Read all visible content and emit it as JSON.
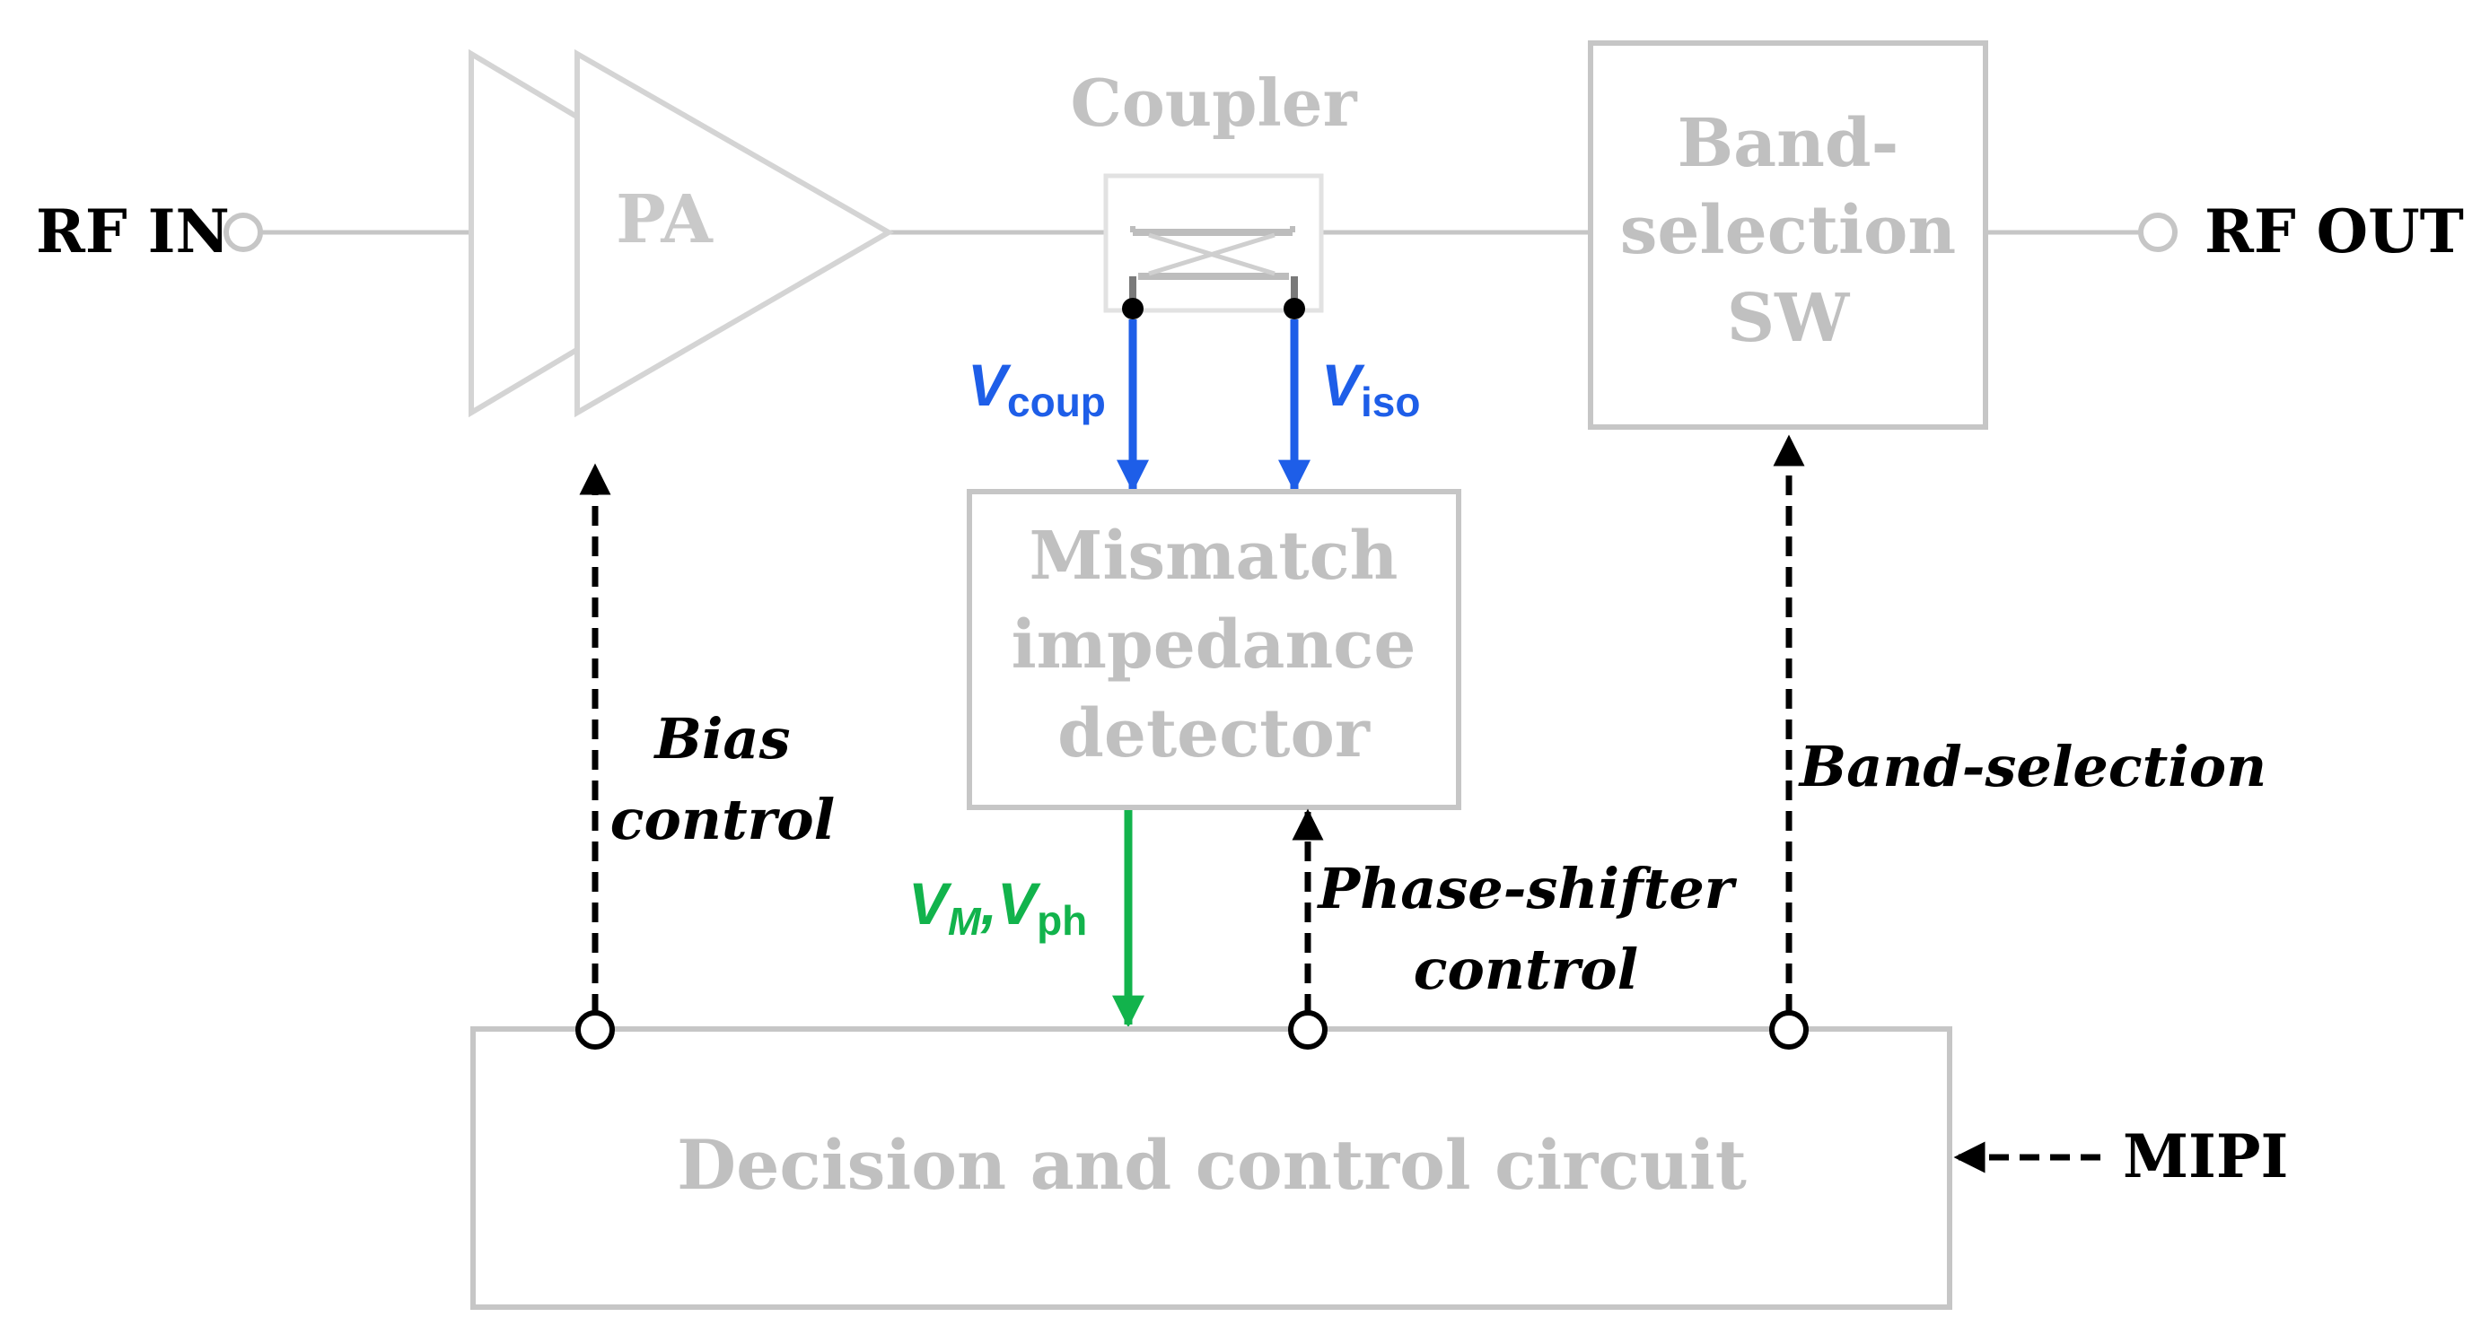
{
  "io": {
    "rf_in": "RF IN",
    "rf_out": "RF OUT",
    "mipi": "MIPI"
  },
  "blocks": {
    "pa": "PA",
    "coupler": "Coupler",
    "band_sw": [
      "Band-",
      "selection",
      "SW"
    ],
    "detector": [
      "Mismatch",
      "impedance",
      "detector"
    ],
    "decision": "Decision and control circuit"
  },
  "signals": {
    "v_coup": {
      "main": "V",
      "sub": "coup"
    },
    "v_iso": {
      "main": "V",
      "sub": "iso"
    },
    "vm_vph": {
      "m": "V",
      "m_sub": "M",
      "sep": ",",
      "ph": "V",
      "ph_sub": "ph"
    }
  },
  "labels": {
    "bias_control": [
      "Bias",
      "control"
    ],
    "phase_shifter_control": [
      "Phase-shifter",
      "control"
    ],
    "band_selection": "Band-selection"
  },
  "colors": {
    "block_gray": "#c6c6c6",
    "text_gray": "#bdbdbd",
    "pa_gray": "#d4d4d4",
    "blue": "#1e5ee8",
    "green": "#12b34c",
    "black": "#000000"
  }
}
